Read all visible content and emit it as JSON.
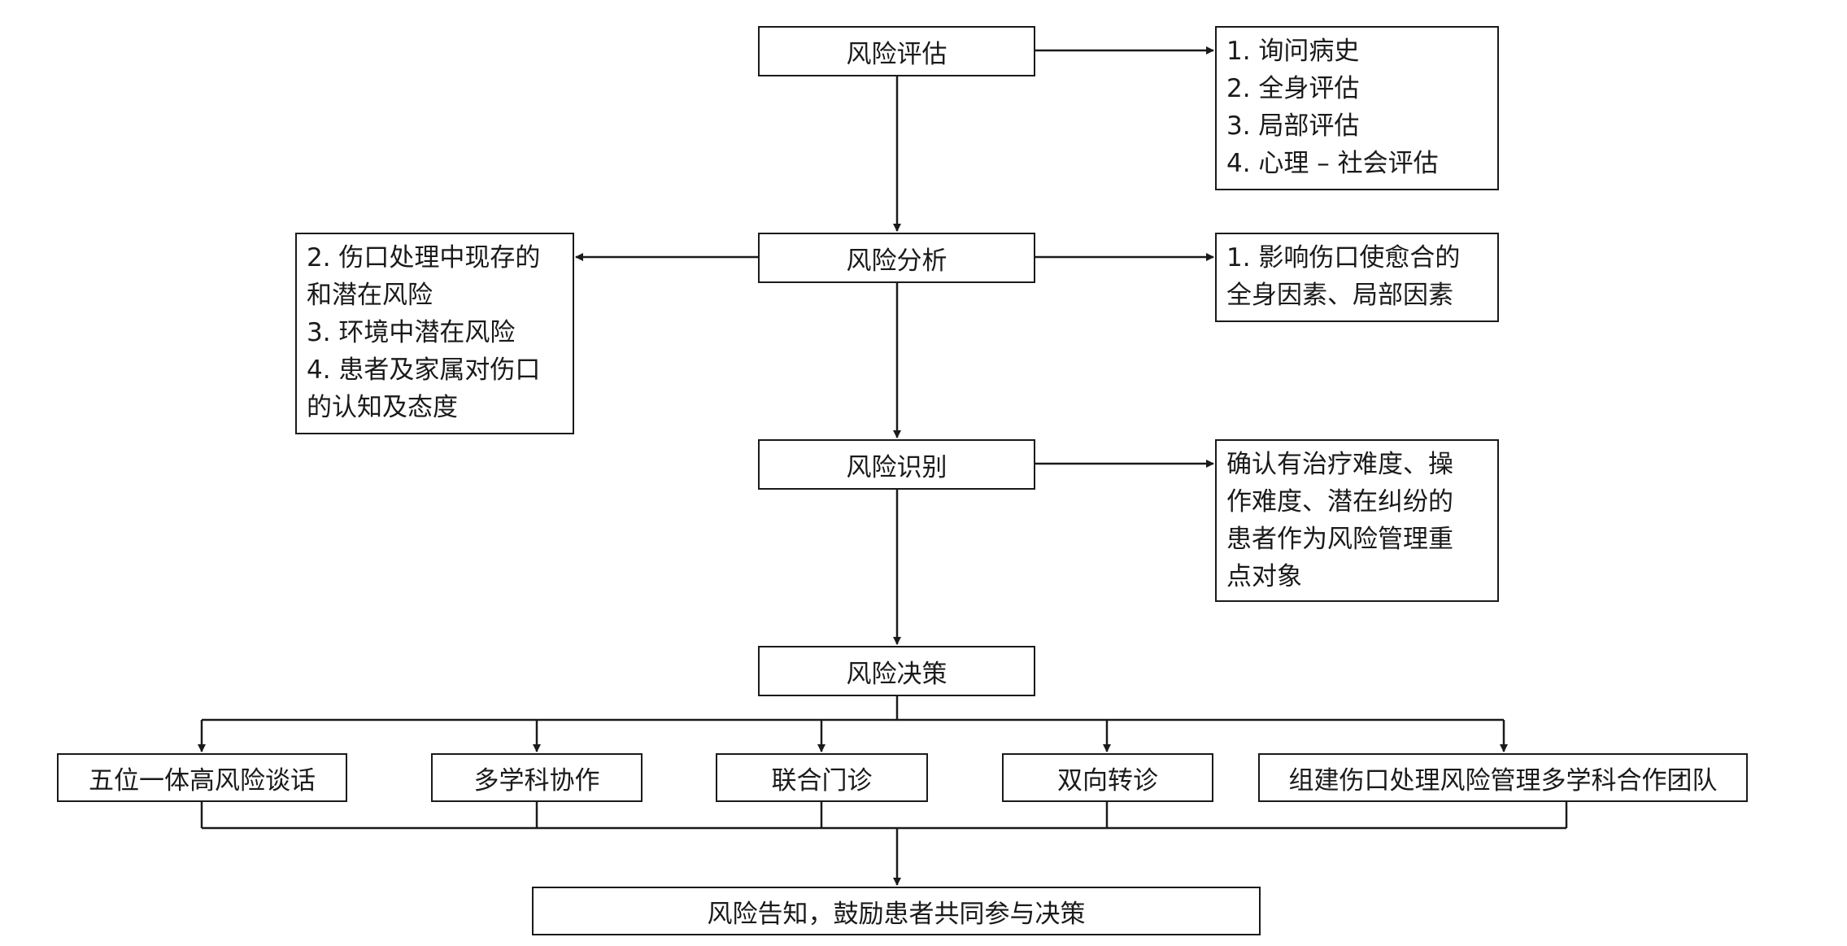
{
  "main_steps": {
    "assessment": "风险评估",
    "analysis": "风险分析",
    "identification": "风险识别",
    "decision": "风险决策"
  },
  "assessment_items": [
    "1. 询问病史",
    "2. 全身评估",
    "3. 局部评估",
    "4. 心理 – 社会评估"
  ],
  "analysis_right_items": [
    "1. 影响伤口使愈合的",
    "全身因素、局部因素"
  ],
  "analysis_left_items": [
    "2. 伤口处理中现存的",
    "和潜在风险",
    "3. 环境中潜在风险",
    "4. 患者及家属对伤口",
    "的认知及态度"
  ],
  "identification_items": [
    "确认有治疗难度、操",
    "作难度、潜在纠纷的",
    "患者作为风险管理重",
    "点对象"
  ],
  "decision_options": [
    "五位一体高风险谈话",
    "多学科协作",
    "联合门诊",
    "双向转诊",
    "组建伤口处理风险管理多学科合作团队"
  ],
  "final_step": "风险告知，鼓励患者共同参与决策"
}
